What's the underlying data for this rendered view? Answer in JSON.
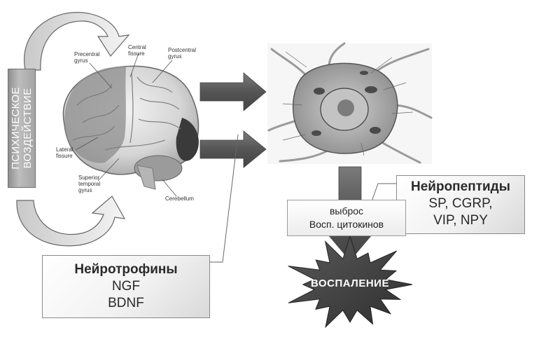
{
  "left_box": {
    "line1": "ПСИХИЧЕСКОЕ",
    "line2": "ВОЗДЕЙСТВИЕ"
  },
  "brain": {
    "labels": {
      "precentral": [
        "Precentral",
        "gyrus"
      ],
      "central": [
        "Central",
        "fissure"
      ],
      "postcentral": [
        "Postcentral",
        "gyrus"
      ],
      "lateral": [
        "Lateral",
        "fissure"
      ],
      "superior": [
        "Superior",
        "temporal",
        "gyrus"
      ],
      "cerebellum": [
        "Cerebellum"
      ]
    }
  },
  "neuron": {
    "caption": ""
  },
  "neuropeptides": {
    "title": "Нейропептиды",
    "lines": [
      "SP, CGRP,",
      "VIP, NPY"
    ]
  },
  "release": {
    "lines": [
      "выброс",
      "Восп. цитокинов"
    ]
  },
  "neurotrophins": {
    "title": "Нейротрофины",
    "lines": [
      "NGF",
      "BDNF"
    ]
  },
  "inflammation": {
    "label": "ВОСПАЛЕНИЕ"
  },
  "colors": {
    "arrow": "#555555",
    "burst": "#3d3d3d",
    "box_border": "#8a8a8a"
  }
}
